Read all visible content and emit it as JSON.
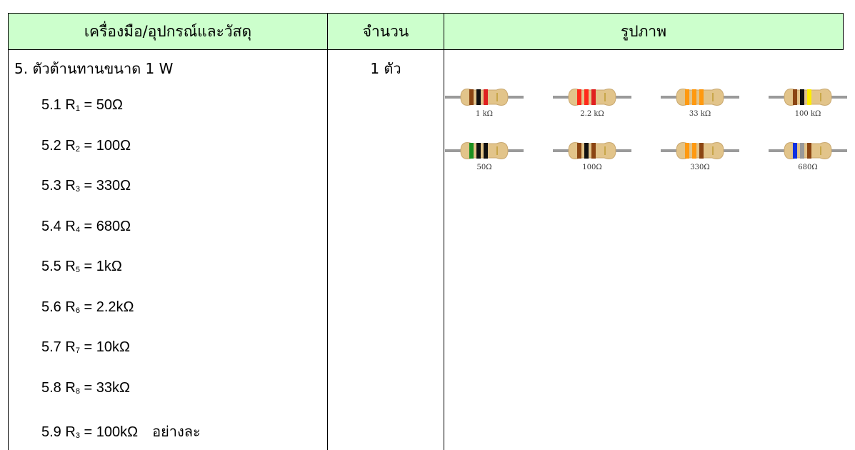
{
  "table": {
    "headers": {
      "tools": "เครื่องมือ/อุปกรณ์และวัสดุ",
      "quantity": "จำนวน",
      "picture": "รูปภาพ"
    },
    "item_title": "5. ตัวต้านทานขนาด 1 W",
    "quantity_value": "1 ตัว",
    "sub_items": [
      {
        "num": "5.1",
        "r": "R",
        "sub": "1",
        "eq": "=",
        "value": "50Ω",
        "suffix": ""
      },
      {
        "num": "5.2",
        "r": "R",
        "sub": "2",
        "eq": "=",
        "value": "100Ω",
        "suffix": ""
      },
      {
        "num": "5.3",
        "r": "R",
        "sub": "3",
        "eq": "=",
        "value": "330Ω",
        "suffix": ""
      },
      {
        "num": "5.4",
        "r": "R",
        "sub": "4",
        "eq": "=",
        "value": "680Ω",
        "suffix": ""
      },
      {
        "num": "5.5",
        "r": "R",
        "sub": "5",
        "eq": "=",
        "value": "1kΩ",
        "suffix": ""
      },
      {
        "num": "5.6",
        "r": "R",
        "sub": "6",
        "eq": "=",
        "value": "2.2kΩ",
        "suffix": ""
      },
      {
        "num": "5.7",
        "r": "R",
        "sub": "7",
        "eq": "=",
        "value": "10kΩ",
        "suffix": ""
      },
      {
        "num": "5.8",
        "r": "R",
        "sub": "8",
        "eq": "=",
        "value": "33kΩ",
        "suffix": ""
      },
      {
        "num": "5.9",
        "r": "R",
        "sub": "3",
        "eq": "=",
        "value": "100kΩ",
        "suffix": "อย่างละ"
      }
    ]
  },
  "resistors": [
    {
      "label": "1 kΩ",
      "bands": [
        "#8b4513",
        "#111111",
        "#e02020"
      ]
    },
    {
      "label": "2.2 kΩ",
      "bands": [
        "#ff2a1a",
        "#ff2a1a",
        "#e02020"
      ]
    },
    {
      "label": "33 kΩ",
      "bands": [
        "#ff9910",
        "#ff9910",
        "#ff9910"
      ]
    },
    {
      "label": "100 kΩ",
      "bands": [
        "#8b4513",
        "#111111",
        "#ffee00"
      ]
    },
    {
      "label": "50Ω",
      "bands": [
        "#1a9020",
        "#111111",
        "#111111"
      ]
    },
    {
      "label": "100Ω",
      "bands": [
        "#8b4513",
        "#111111",
        "#8b4513"
      ]
    },
    {
      "label": "330Ω",
      "bands": [
        "#ff9910",
        "#ff9910",
        "#8b4513"
      ]
    },
    {
      "label": "680Ω",
      "bands": [
        "#1030e0",
        "#999999",
        "#8b4513"
      ]
    }
  ],
  "colors": {
    "header_bg": "#ccffcc",
    "resistor_body": "#e2c48a",
    "resistor_lead": "#9a9a9a",
    "tolerance_band": "#c8a64a"
  }
}
